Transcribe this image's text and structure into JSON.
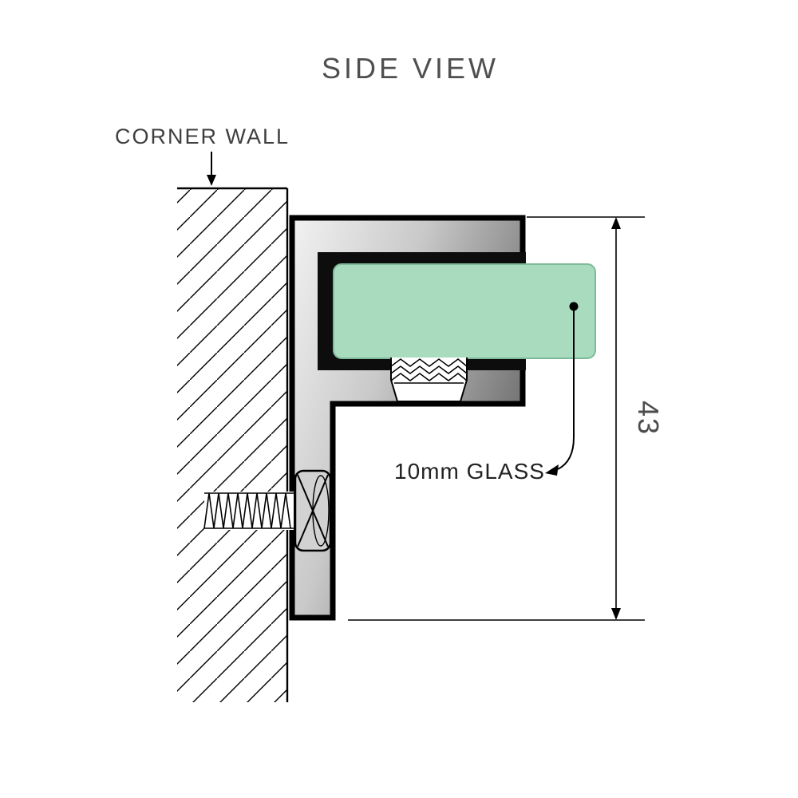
{
  "diagram": {
    "title": "SIDE VIEW",
    "labels": {
      "corner_wall": "CORNER WALL",
      "glass": "10mm GLASS",
      "dimension_value": "43"
    },
    "components": {
      "wall": "hatched corner wall section",
      "bracket": "F-shaped glass clamp bracket (side profile)",
      "glass_panel": "10mm glass panel",
      "grub_screw": "grub screw clamping glass",
      "fixing_screw": "wall fixing screw with countersunk head",
      "dimension": "overall bracket height 43"
    },
    "colors": {
      "glass_fill": "#a9dcbf",
      "glass_edge": "#7fb99b",
      "bracket_light": "#f0f0f0",
      "bracket_dark": "#6e6e6e",
      "channel_black": "#0d0d0d",
      "outline": "#000000",
      "text_gray": "#4d4d4d"
    }
  }
}
